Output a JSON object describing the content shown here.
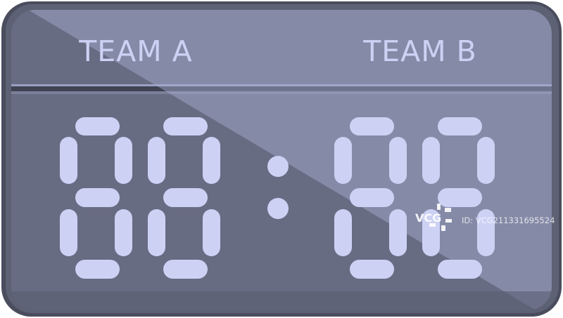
{
  "scoreboard": {
    "team_a": "TEAM A",
    "team_b": "TEAM B",
    "digits": 4,
    "colors": {
      "frame": "#55596b",
      "panel": "#686c83",
      "glare": "#8e94b4",
      "segment": "#cdd2f5"
    }
  },
  "watermark": {
    "logo": "VCG",
    "id": "ID: VCG211331695524"
  }
}
